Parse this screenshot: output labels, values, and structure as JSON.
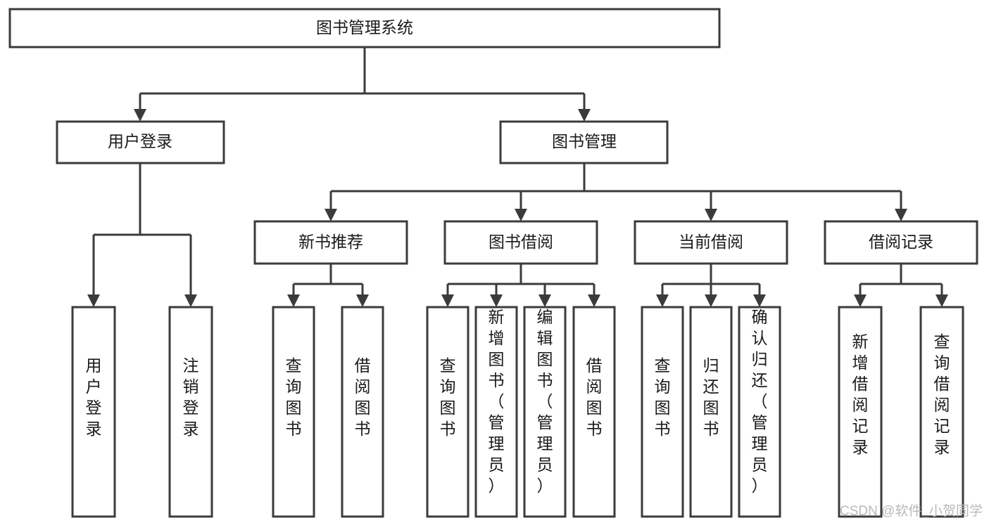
{
  "diagram": {
    "type": "tree-hierarchy",
    "orientation": "top-down",
    "root": {
      "id": "root",
      "label": "图书管理系统",
      "text_orientation": "horizontal"
    },
    "level2": [
      {
        "id": "user-login",
        "label": "用户登录",
        "text_orientation": "horizontal"
      },
      {
        "id": "book-manage",
        "label": "图书管理",
        "text_orientation": "horizontal"
      }
    ],
    "level3": [
      {
        "id": "new-book-recommend",
        "label": "新书推荐",
        "parent": "book-manage",
        "text_orientation": "horizontal"
      },
      {
        "id": "book-borrow",
        "label": "图书借阅",
        "parent": "book-manage",
        "text_orientation": "horizontal"
      },
      {
        "id": "current-borrow",
        "label": "当前借阅",
        "parent": "book-manage",
        "text_orientation": "horizontal"
      },
      {
        "id": "borrow-record",
        "label": "借阅记录",
        "parent": "book-manage",
        "text_orientation": "horizontal"
      }
    ],
    "leaves": [
      {
        "id": "leaf-user-login",
        "label": "用户登录",
        "parent": "user-login",
        "text_orientation": "vertical"
      },
      {
        "id": "leaf-user-logout",
        "label": "注销登录",
        "parent": "user-login",
        "text_orientation": "vertical"
      },
      {
        "id": "leaf-query-book-1",
        "label": "查询图书",
        "parent": "new-book-recommend",
        "text_orientation": "vertical"
      },
      {
        "id": "leaf-borrow-book-1",
        "label": "借阅图书",
        "parent": "new-book-recommend",
        "text_orientation": "vertical"
      },
      {
        "id": "leaf-query-book-2",
        "label": "查询图书",
        "parent": "book-borrow",
        "text_orientation": "vertical"
      },
      {
        "id": "leaf-add-book",
        "label": "新增图书（管理员）",
        "parent": "book-borrow",
        "text_orientation": "vertical"
      },
      {
        "id": "leaf-edit-book",
        "label": "编辑图书（管理员）",
        "parent": "book-borrow",
        "text_orientation": "vertical"
      },
      {
        "id": "leaf-borrow-book-2",
        "label": "借阅图书",
        "parent": "book-borrow",
        "text_orientation": "vertical"
      },
      {
        "id": "leaf-query-book-3",
        "label": "查询图书",
        "parent": "current-borrow",
        "text_orientation": "vertical"
      },
      {
        "id": "leaf-return-book",
        "label": "归还图书",
        "parent": "current-borrow",
        "text_orientation": "vertical"
      },
      {
        "id": "leaf-confirm-return",
        "label": "确认归还（管理员）",
        "parent": "current-borrow",
        "text_orientation": "vertical"
      },
      {
        "id": "leaf-add-record",
        "label": "新增借阅记录",
        "parent": "borrow-record",
        "text_orientation": "vertical"
      },
      {
        "id": "leaf-query-record",
        "label": "查询借阅记录",
        "parent": "borrow-record",
        "text_orientation": "vertical"
      }
    ]
  },
  "watermark": {
    "text": "CSDN @软件_小贺同学"
  },
  "colors": {
    "background": "#ffffff",
    "box_fill": "#ffffff",
    "box_stroke": "#3b3b3b",
    "connector": "#3b3b3b",
    "text": "#1a1a1a",
    "watermark": "#b9b9b9"
  }
}
